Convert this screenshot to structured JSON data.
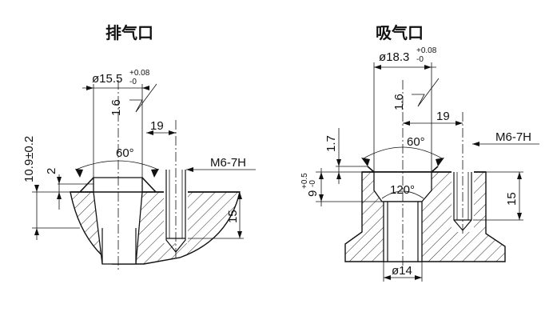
{
  "exhaust": {
    "title": "排气口",
    "dia_main": "ø15.5",
    "dia_tol_upper": "+0.08",
    "dia_tol_lower": "-0",
    "roughness": "1.6",
    "thread_offset": "19",
    "chamfer_angle": "60°",
    "thread_spec": "M6-7H",
    "height": "10.9±0.2",
    "depth_small": "2",
    "thread_depth": "15"
  },
  "intake": {
    "title": "吸气口",
    "dia_main": "ø18.3",
    "dia_tol_upper": "+0.08",
    "dia_tol_lower": "-0",
    "roughness": "1.6",
    "thread_offset": "19",
    "chamfer_depth": "1.7",
    "chamfer_angle": "60°",
    "thread_spec": "M6-7H",
    "depth_main": "9",
    "depth_tol_upper": "+0.5",
    "depth_tol_lower": "-0",
    "seat_angle": "120°",
    "thread_depth": "15",
    "bore_dia": "ø14"
  }
}
